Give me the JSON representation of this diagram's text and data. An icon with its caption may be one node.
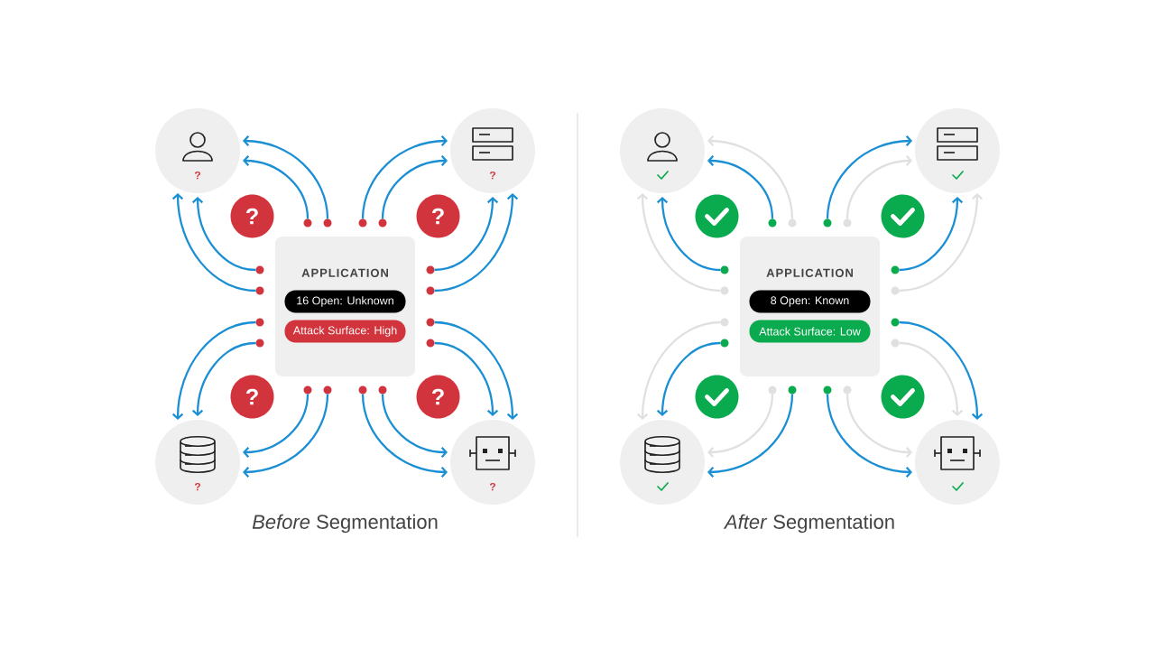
{
  "diagram": {
    "nodes": [
      {
        "text": [
          "APPLICATION"
        ]
      },
      {
        "text": [
          "16 Open: Unknown"
        ],
        "in": 0
      },
      {
        "text": [
          "Attack Surface: High"
        ],
        "in": 0
      },
      {
        "text": [
          "?"
        ]
      },
      {
        "text": [
          "?"
        ]
      },
      {
        "text": [
          "?"
        ]
      },
      {
        "text": [
          "?"
        ]
      },
      {
        "text": [
          "?"
        ]
      },
      {
        "text": [
          "?"
        ]
      },
      {
        "text": [
          "?"
        ]
      },
      {
        "text": [
          "?"
        ]
      },
      {
        "text": [
          "APPLICATION"
        ]
      },
      {
        "text": [
          "8 Open: Known"
        ],
        "in": 11
      },
      {
        "text": [
          "Attack Surface: Low"
        ],
        "in": 11
      },
      {
        "text": [],
        "shape": "circle"
      },
      {
        "text": [],
        "shape": "circle"
      },
      {
        "text": [],
        "shape": "circle"
      },
      {
        "text": [],
        "shape": "circle"
      },
      {
        "text": [],
        "shape": "circle"
      },
      {
        "text": [],
        "shape": "circle"
      },
      {
        "text": [],
        "shape": "circle"
      },
      {
        "text": [],
        "shape": "circle"
      },
      {
        "text": [],
        "shape": "circle"
      },
      {
        "text": [],
        "shape": "circle"
      },
      {
        "text": [],
        "shape": "circle"
      },
      {
        "text": [],
        "shape": "circle"
      },
      {
        "text": [],
        "shape": "circle"
      },
      {
        "text": [],
        "shape": "circle"
      },
      {
        "text": [],
        "shape": "circle"
      },
      {
        "text": [],
        "shape": "circle"
      },
      {
        "text": [],
        "shape": "circle"
      },
      {
        "text": [],
        "shape": "circle"
      },
      {
        "text": [],
        "shape": "circle"
      },
      {
        "text": [],
        "shape": "circle"
      },
      {
        "text": [],
        "shape": "circle"
      },
      {
        "text": [],
        "shape": "circle"
      },
      {
        "text": [],
        "shape": "circle"
      },
      {
        "text": [],
        "shape": "circle"
      },
      {
        "text": [],
        "shape": "circle"
      },
      {
        "text": [],
        "shape": "circle"
      },
      {
        "text": [],
        "shape": "circle"
      },
      {
        "text": [],
        "shape": "circle"
      },
      {
        "text": [],
        "shape": "circle"
      },
      {
        "text": [],
        "shape": "circle"
      },
      {
        "text": [],
        "shape": "circle"
      },
      {
        "text": [],
        "shape": "circle"
      },
      {
        "text": [],
        "shape": "circle"
      },
      {
        "text": [],
        "shape": "circle"
      },
      {
        "text": [],
        "shape": "circle"
      },
      {
        "text": [],
        "shape": "circle"
      },
      {
        "text": [],
        "shape": "circle"
      },
      {
        "text": [],
        "shape": "circle"
      },
      {
        "text": [],
        "shape": "circle"
      },
      {
        "text": [],
        "shape": "circle"
      }
    ],
    "edges": [
      {
        "from": 22,
        "to": 3,
        "arrow": "to"
      },
      {
        "from": 23,
        "to": 3,
        "arrow": "to"
      },
      {
        "from": 24,
        "to": 3,
        "arrow": "to"
      },
      {
        "from": 25,
        "to": 3,
        "arrow": "to"
      },
      {
        "from": 26,
        "to": 4,
        "arrow": "to"
      },
      {
        "from": 27,
        "to": 4,
        "arrow": "to"
      },
      {
        "from": 28,
        "to": 4,
        "arrow": "to"
      },
      {
        "from": 29,
        "to": 4,
        "arrow": "to"
      },
      {
        "from": 30,
        "to": 5,
        "arrow": "to"
      },
      {
        "from": 31,
        "to": 5,
        "arrow": "to"
      },
      {
        "from": 32,
        "to": 5,
        "arrow": "to"
      },
      {
        "from": 33,
        "to": 5,
        "arrow": "to"
      },
      {
        "from": 34,
        "to": 6,
        "arrow": "to"
      },
      {
        "from": 35,
        "to": 6,
        "arrow": "to"
      },
      {
        "from": 36,
        "to": 6,
        "arrow": "to"
      },
      {
        "from": 37,
        "to": 6,
        "arrow": "to"
      },
      {
        "from": 38,
        "to": 14,
        "arrow": "to",
        "color": "#e0e0e0"
      },
      {
        "from": 39,
        "to": 14,
        "arrow": "to"
      },
      {
        "from": 40,
        "to": 14,
        "arrow": "to"
      },
      {
        "from": 41,
        "to": 14,
        "arrow": "to",
        "color": "#e0e0e0"
      },
      {
        "from": 42,
        "to": 15,
        "arrow": "to"
      },
      {
        "from": 43,
        "to": 15,
        "arrow": "to",
        "color": "#e0e0e0"
      },
      {
        "from": 44,
        "to": 15,
        "arrow": "to"
      },
      {
        "from": 45,
        "to": 15,
        "arrow": "to",
        "color": "#e0e0e0"
      },
      {
        "from": 46,
        "to": 16,
        "arrow": "to"
      },
      {
        "from": 47,
        "to": 16,
        "arrow": "to",
        "color": "#e0e0e0"
      },
      {
        "from": 48,
        "to": 16,
        "arrow": "to"
      },
      {
        "from": 49,
        "to": 16,
        "arrow": "to",
        "color": "#e0e0e0"
      },
      {
        "from": 50,
        "to": 17,
        "arrow": "to"
      },
      {
        "from": 51,
        "to": 17,
        "arrow": "to",
        "color": "#e0e0e0"
      },
      {
        "from": 52,
        "to": 17,
        "arrow": "to",
        "color": "#e0e0e0"
      },
      {
        "from": 53,
        "to": 17,
        "arrow": "to"
      }
    ],
    "labels": [
      "*Before* Segmentation",
      "*After* Segmentation"
    ]
  }
}
